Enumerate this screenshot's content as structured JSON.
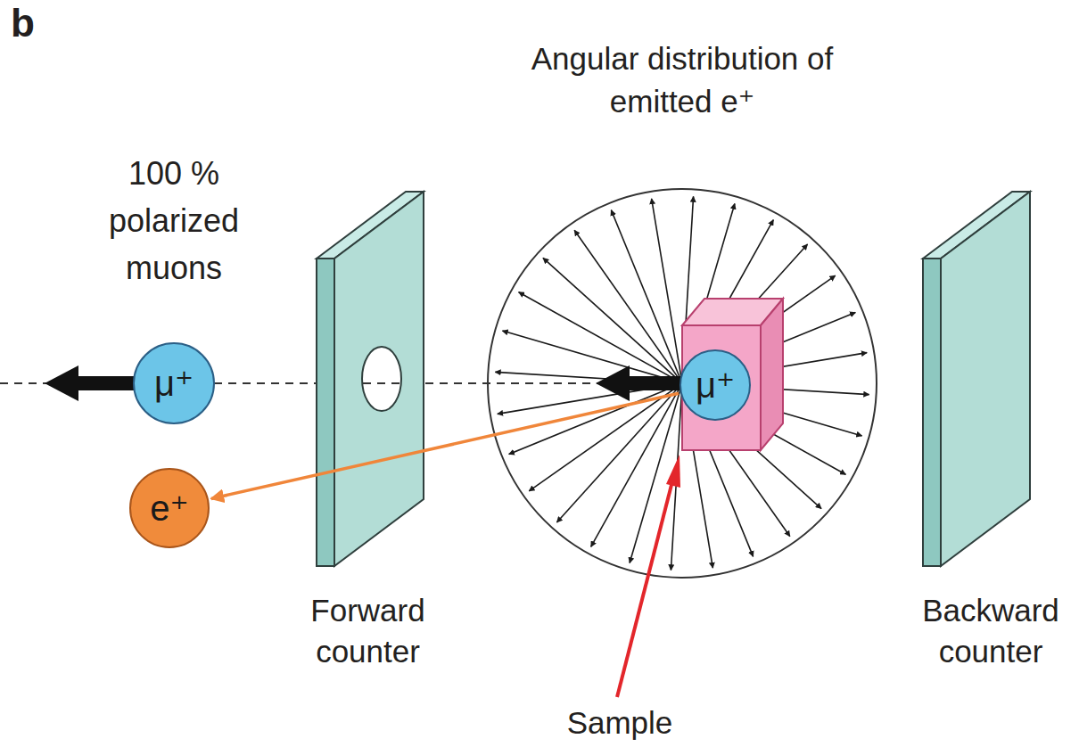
{
  "diagram": {
    "nodes": [
      {
        "text": [
          "μ⁺"
        ]
      },
      {
        "text": [
          "e⁺"
        ]
      },
      {
        "text": [
          "μ⁺"
        ]
      }
    ],
    "edges": [
      {
        "from": 2,
        "to": 1,
        "arrow": "to"
      }
    ],
    "labels": [
      "b",
      "100 % polarized muons",
      "Angular distribution of emitted e⁺",
      "Forward counter",
      "Backward counter",
      "Sample"
    ]
  }
}
